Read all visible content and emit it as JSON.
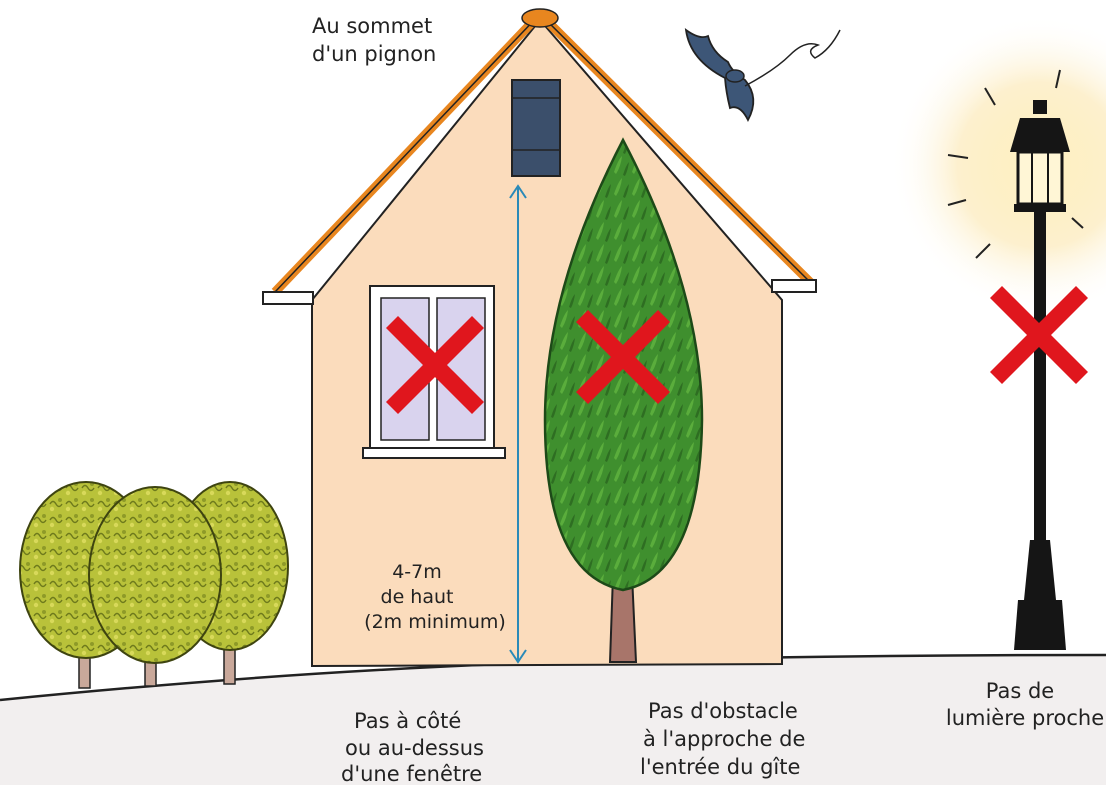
{
  "labels": {
    "top": [
      "Au sommet",
      "d'un pignon"
    ],
    "height": [
      "4-7m",
      "de haut",
      "(2m minimum)"
    ],
    "window": [
      "Pas à côté",
      "ou au-dessus",
      "d'une fenêtre"
    ],
    "obstacle": [
      "Pas d'obstacle",
      "à l'approche de",
      "l'entrée du gîte"
    ],
    "light": [
      "Pas de",
      "lumière proche"
    ]
  },
  "colors": {
    "house_wall": "#fbdcbc",
    "roof_edge": "#e8861f",
    "gite_box": "#3b4f6b",
    "window_glass": "#d9d3ee",
    "tree_green": "#3f8f2e",
    "bush_yellow": "#b9c23a",
    "cross_red": "#e0161d",
    "measure_blue": "#2a8ab8",
    "ground": "#f2efef",
    "bat": "#3d5677",
    "lamp_glow": "#fbe4a6"
  },
  "icons": [
    "bat-icon",
    "street-lamp-icon",
    "cross-icon"
  ]
}
